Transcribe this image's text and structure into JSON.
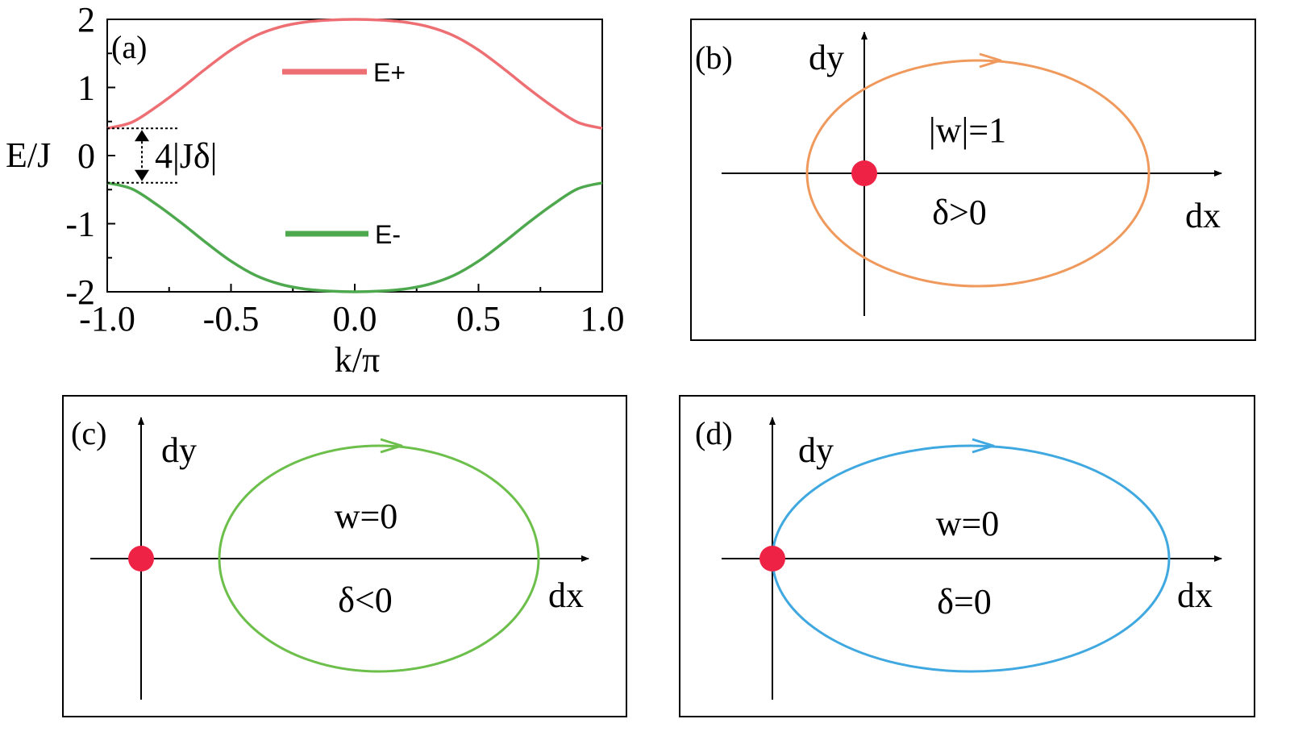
{
  "chart_data": [
    {
      "type": "line",
      "panel_label": "(a)",
      "xlabel": "k/π",
      "ylabel": "E/J",
      "xlim": [
        -1.0,
        1.0
      ],
      "ylim": [
        -2,
        2
      ],
      "xticks": [
        "-1.0",
        "-0.5",
        "0.0",
        "0.5",
        "1.0"
      ],
      "yticks": [
        "-2",
        "-1",
        "0",
        "1",
        "2"
      ],
      "grid": false,
      "legend_position": "center",
      "x": [
        -1.0,
        -0.9,
        -0.8,
        -0.7,
        -0.6,
        -0.5,
        -0.4,
        -0.3,
        -0.2,
        -0.1,
        0.0,
        0.1,
        0.2,
        0.3,
        0.4,
        0.5,
        0.6,
        0.7,
        0.8,
        0.9,
        1.0
      ],
      "series": [
        {
          "name": "E+",
          "color": "#ee6f73",
          "values": [
            0.4,
            0.49,
            0.72,
            0.99,
            1.28,
            1.55,
            1.76,
            1.89,
            1.96,
            1.99,
            2.0,
            1.99,
            1.96,
            1.89,
            1.76,
            1.55,
            1.28,
            0.99,
            0.72,
            0.49,
            0.4
          ]
        },
        {
          "name": "E-",
          "color": "#4ea84e",
          "values": [
            -0.4,
            -0.49,
            -0.72,
            -0.99,
            -1.28,
            -1.55,
            -1.76,
            -1.89,
            -1.96,
            -1.99,
            -2.0,
            -1.99,
            -1.96,
            -1.89,
            -1.76,
            -1.55,
            -1.28,
            -0.99,
            -0.72,
            -0.49,
            -0.4
          ]
        }
      ],
      "annotations": [
        {
          "text": "4|Jδ|",
          "y_range": [
            -0.4,
            0.4
          ]
        }
      ]
    },
    {
      "type": "diagram",
      "panel_label": "(b)",
      "xlabel": "dx",
      "ylabel": "dy",
      "curve_color": "#f0995c",
      "texts": [
        "|w|=1",
        "δ>0"
      ]
    },
    {
      "type": "diagram",
      "panel_label": "(c)",
      "xlabel": "dx",
      "ylabel": "dy",
      "curve_color": "#6cbf4a",
      "texts": [
        "w=0",
        "δ<0"
      ]
    },
    {
      "type": "diagram",
      "panel_label": "(d)",
      "xlabel": "dx",
      "ylabel": "dy",
      "curve_color": "#3fa8e0",
      "texts": [
        "w=0",
        "δ=0"
      ]
    }
  ],
  "colors": {
    "origin_point": "#ee2244",
    "axis": "#000000"
  }
}
